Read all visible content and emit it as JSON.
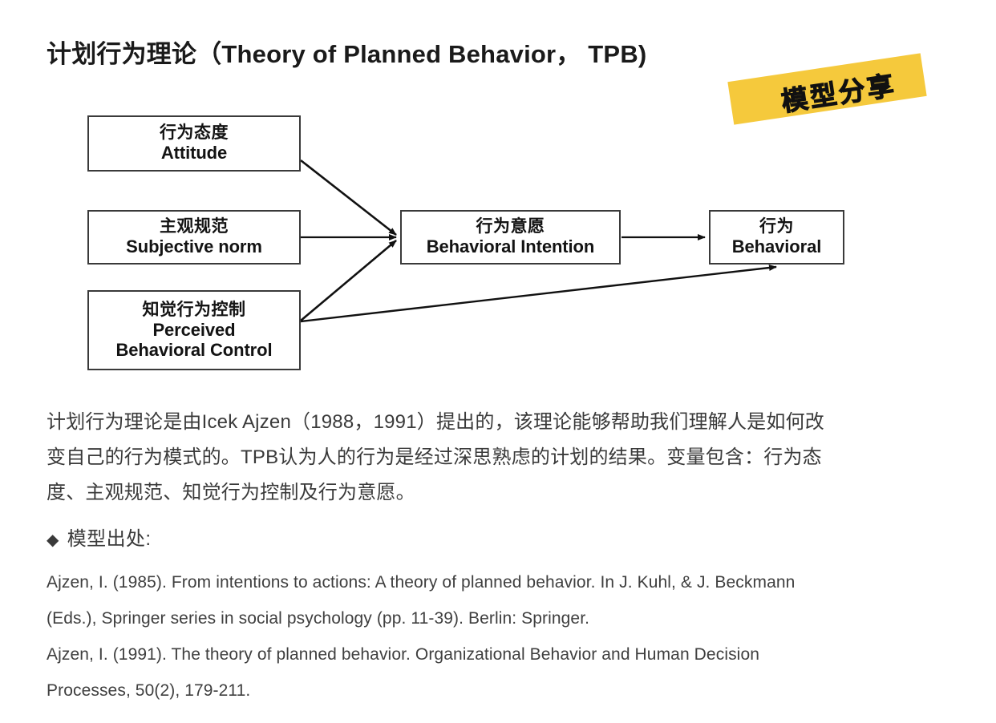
{
  "slide": {
    "title": "计划行为理论（Theory of Planned Behavior， TPB)",
    "badge_label": "模型分享",
    "badge_color": "#f5c93c"
  },
  "diagram": {
    "nodes": [
      {
        "id": "attitude",
        "cn": "行为态度",
        "en": "Attitude"
      },
      {
        "id": "subjective_norm",
        "cn": "主观规范",
        "en": "Subjective norm"
      },
      {
        "id": "pbc",
        "cn": "知觉行为控制",
        "en_line1": "Perceived",
        "en_line2": "Behavioral Control"
      },
      {
        "id": "intention",
        "cn": "行为意愿",
        "en": "Behavioral Intention"
      },
      {
        "id": "behavioral",
        "cn": "行为",
        "en": "Behavioral"
      }
    ],
    "edges": [
      {
        "from": "attitude",
        "to": "intention"
      },
      {
        "from": "subjective_norm",
        "to": "intention"
      },
      {
        "from": "pbc",
        "to": "intention"
      },
      {
        "from": "intention",
        "to": "behavioral"
      },
      {
        "from": "pbc",
        "to": "behavioral"
      }
    ]
  },
  "body": {
    "paragraph_lines": [
      "计划行为理论是由Icek Ajzen（1988，1991）提出的，该理论能够帮助我们理解人是如何改",
      "变自己的行为模式的。TPB认为人的行为是经过深思熟虑的计划的结果。变量包含：行为态",
      "度、主观规范、知觉行为控制及行为意愿。"
    ],
    "source_bullet": "◆",
    "source_heading": "模型出处:",
    "references": [
      "Ajzen, I. (1985). From intentions to actions: A theory of planned behavior. In J. Kuhl, & J. Beckmann",
      "(Eds.), Springer series in social psychology (pp. 11-39). Berlin: Springer.",
      "Ajzen, I. (1991). The theory of planned behavior. Organizational Behavior and Human Decision",
      "Processes, 50(2), 179-211."
    ]
  }
}
